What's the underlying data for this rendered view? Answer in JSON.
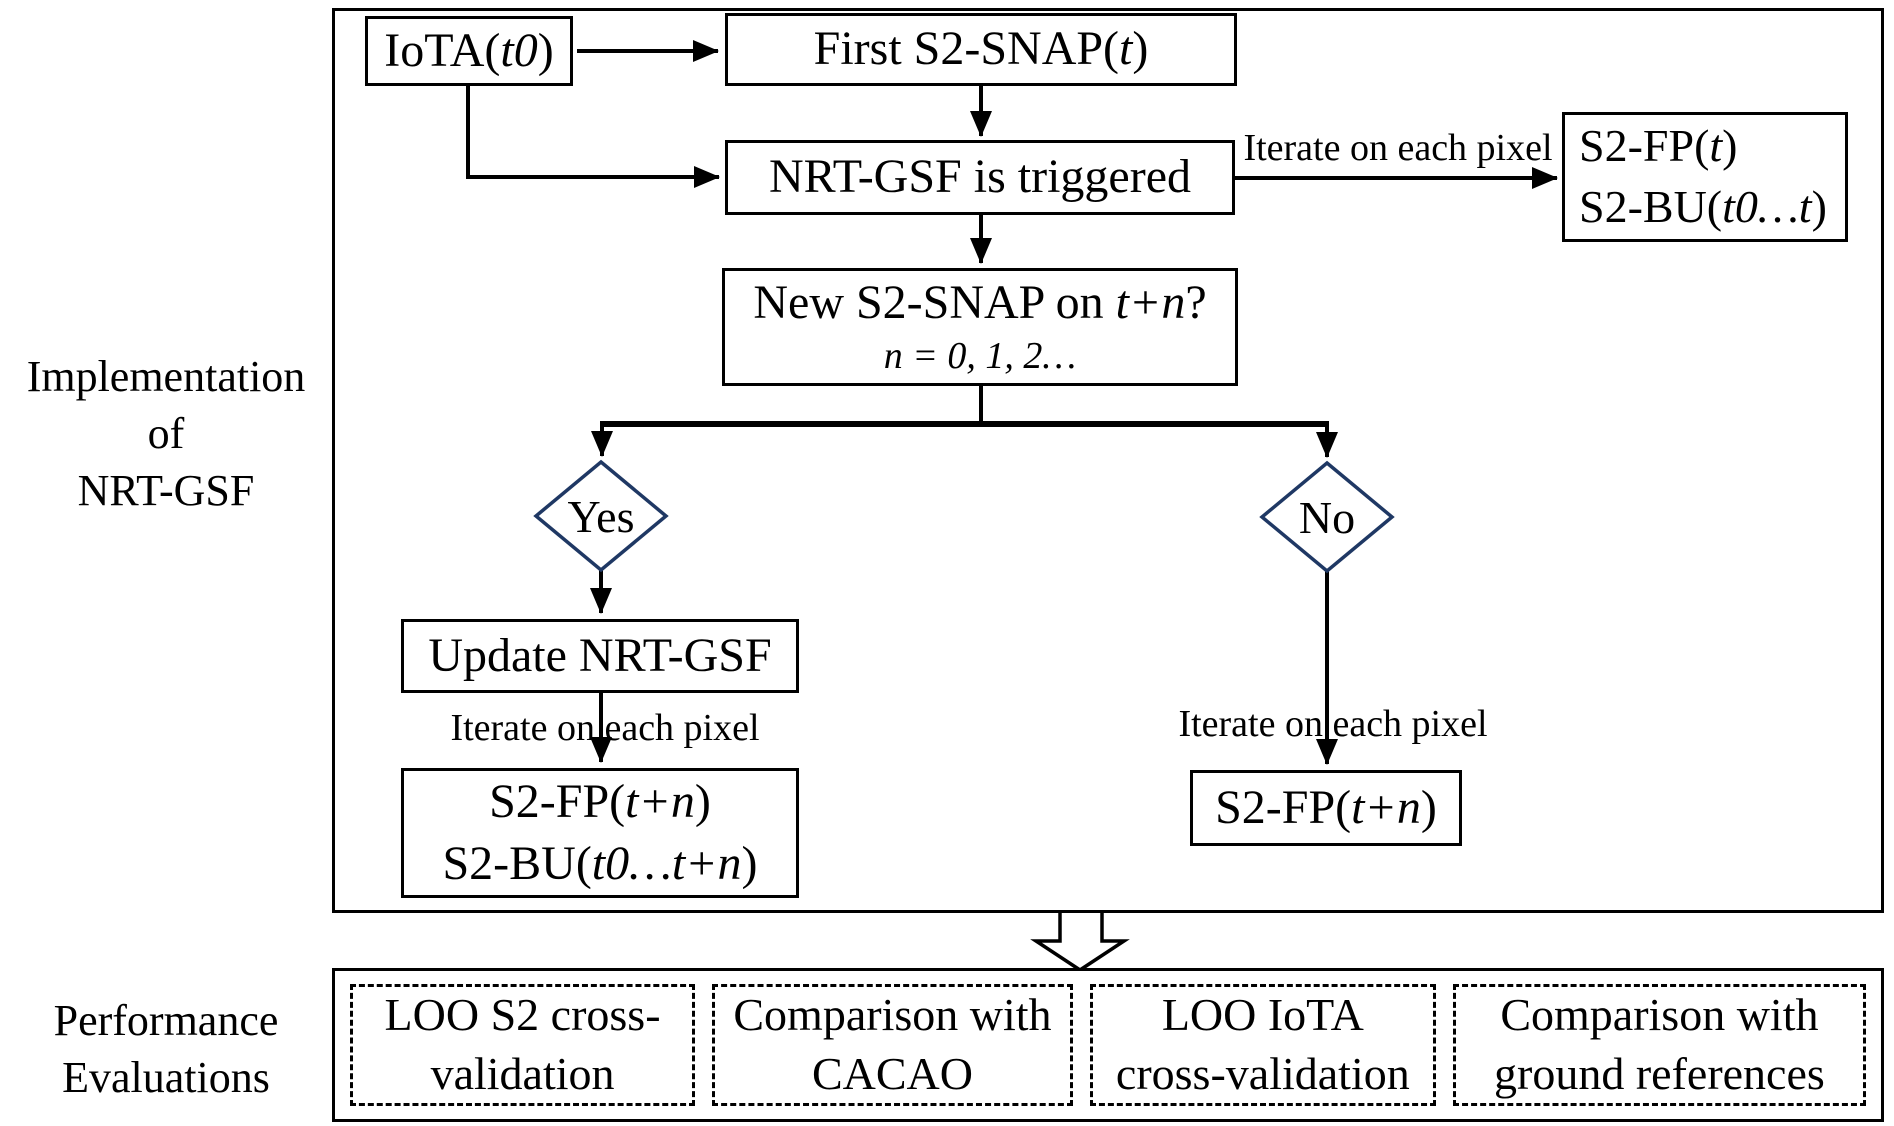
{
  "colors": {
    "diamond_border": "#1f3864",
    "line": "#000000",
    "background": "#ffffff"
  },
  "side_labels": {
    "implementation": [
      "Implementation",
      "of",
      "NRT-GSF"
    ],
    "performance": [
      "Performance",
      "Evaluations"
    ]
  },
  "flow": {
    "iota": [
      [
        {
          "t": "IoTA("
        },
        {
          "t": "t0",
          "i": true
        },
        {
          "t": ")"
        }
      ]
    ],
    "first_snap": [
      [
        {
          "t": "First S2-SNAP("
        },
        {
          "t": "t",
          "i": true
        },
        {
          "t": ")"
        }
      ]
    ],
    "trigger": [
      [
        {
          "t": "NRT-GSF is triggered"
        }
      ]
    ],
    "outputs_t": [
      [
        {
          "t": "S2-FP("
        },
        {
          "t": "t",
          "i": true
        },
        {
          "t": ")"
        }
      ],
      [
        {
          "t": "S2-BU("
        },
        {
          "t": "t0…t",
          "i": true
        },
        {
          "t": ")"
        }
      ]
    ],
    "decision": [
      [
        {
          "t": "New S2-SNAP on "
        },
        {
          "t": "t+n",
          "i": true
        },
        {
          "t": "?"
        }
      ],
      [
        {
          "t": "n = 0, 1, 2…",
          "i": true
        }
      ]
    ],
    "yes": "Yes",
    "no": "No",
    "update": [
      [
        {
          "t": "Update NRT-GSF"
        }
      ]
    ],
    "outputs_tn": [
      [
        {
          "t": "S2-FP("
        },
        {
          "t": "t+n",
          "i": true
        },
        {
          "t": ")"
        }
      ],
      [
        {
          "t": "S2-BU("
        },
        {
          "t": "t0…t+n",
          "i": true
        },
        {
          "t": ")"
        }
      ]
    ],
    "output_tn_single": [
      [
        {
          "t": "S2-FP("
        },
        {
          "t": "t+n",
          "i": true
        },
        {
          "t": ")"
        }
      ]
    ],
    "iterate_label": "Iterate on each pixel"
  },
  "evaluations": [
    {
      "label": "LOO S2 cross-validation"
    },
    {
      "label": "Comparison with CACAO"
    },
    {
      "label": "LOO IoTA cross-validation"
    },
    {
      "label": "Comparison with ground references"
    }
  ]
}
